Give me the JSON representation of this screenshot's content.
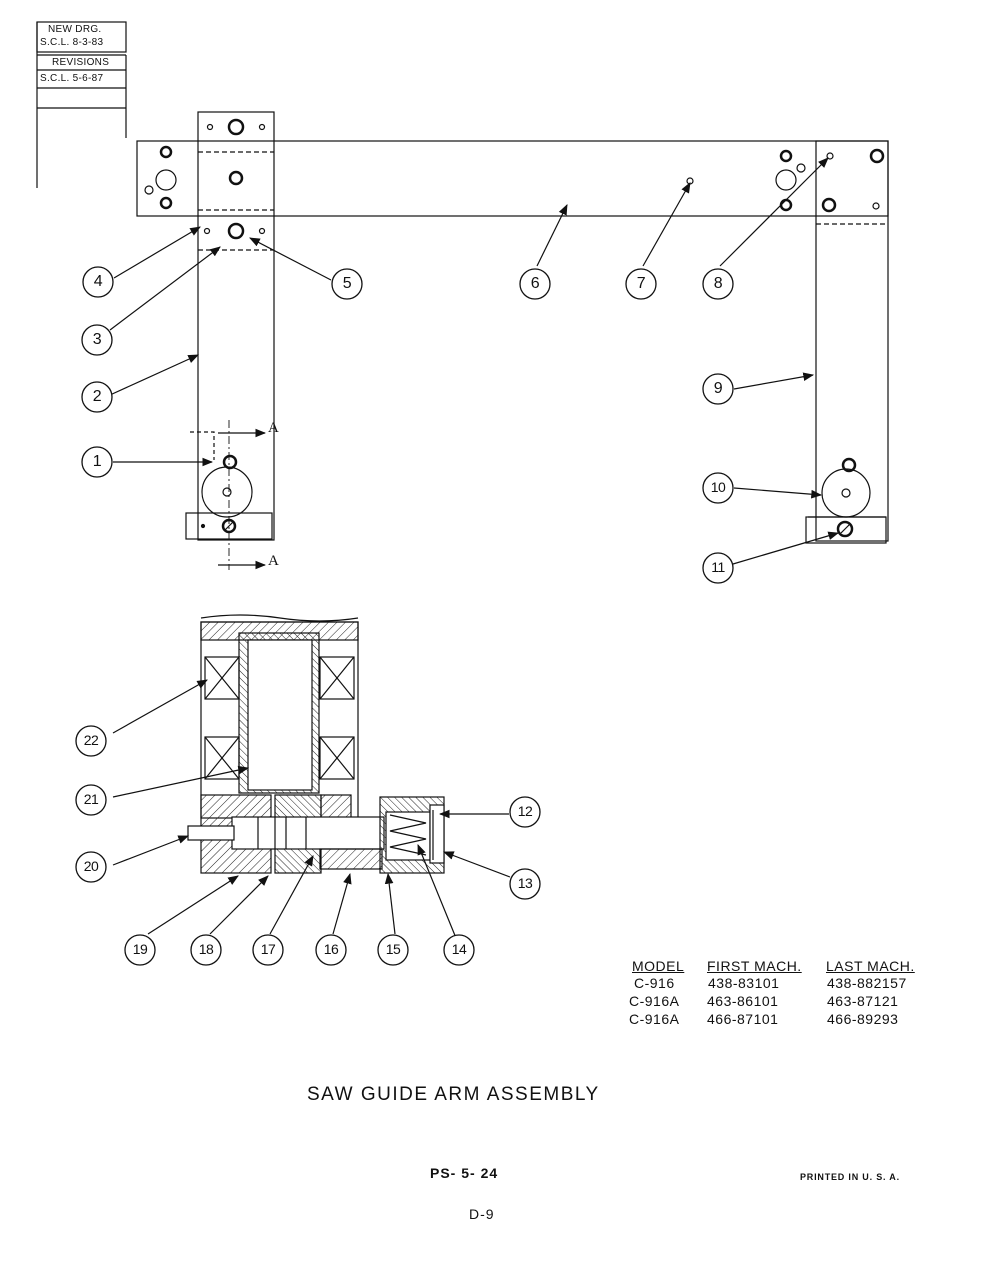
{
  "revision_block": {
    "new_drg_label": "NEW  DRG.",
    "new_drg_date": "S.C.L.  8-3-83",
    "revisions_label": "REVISIONS",
    "revision_1": "S.C.L. 5-6-87"
  },
  "callouts": [
    "1",
    "2",
    "3",
    "4",
    "5",
    "6",
    "7",
    "8",
    "9",
    "10",
    "11",
    "12",
    "13",
    "14",
    "15",
    "16",
    "17",
    "18",
    "19",
    "20",
    "21",
    "22"
  ],
  "section_markers": {
    "top": "A",
    "bottom": "A"
  },
  "model_table": {
    "headers": [
      "MODEL",
      "FIRST MACH.",
      "LAST MACH."
    ],
    "rows": [
      [
        "C-916",
        "438-83101",
        "438-882157"
      ],
      [
        "C-916A",
        "463-86101",
        "463-87121"
      ],
      [
        "C-916A",
        "466-87101",
        "466-89293"
      ]
    ]
  },
  "title": "SAW  GUIDE  ARM  ASSEMBLY",
  "page_code": "PS- 5- 24",
  "page_number": "D-9",
  "printed": "PRINTED  IN  U. S. A."
}
